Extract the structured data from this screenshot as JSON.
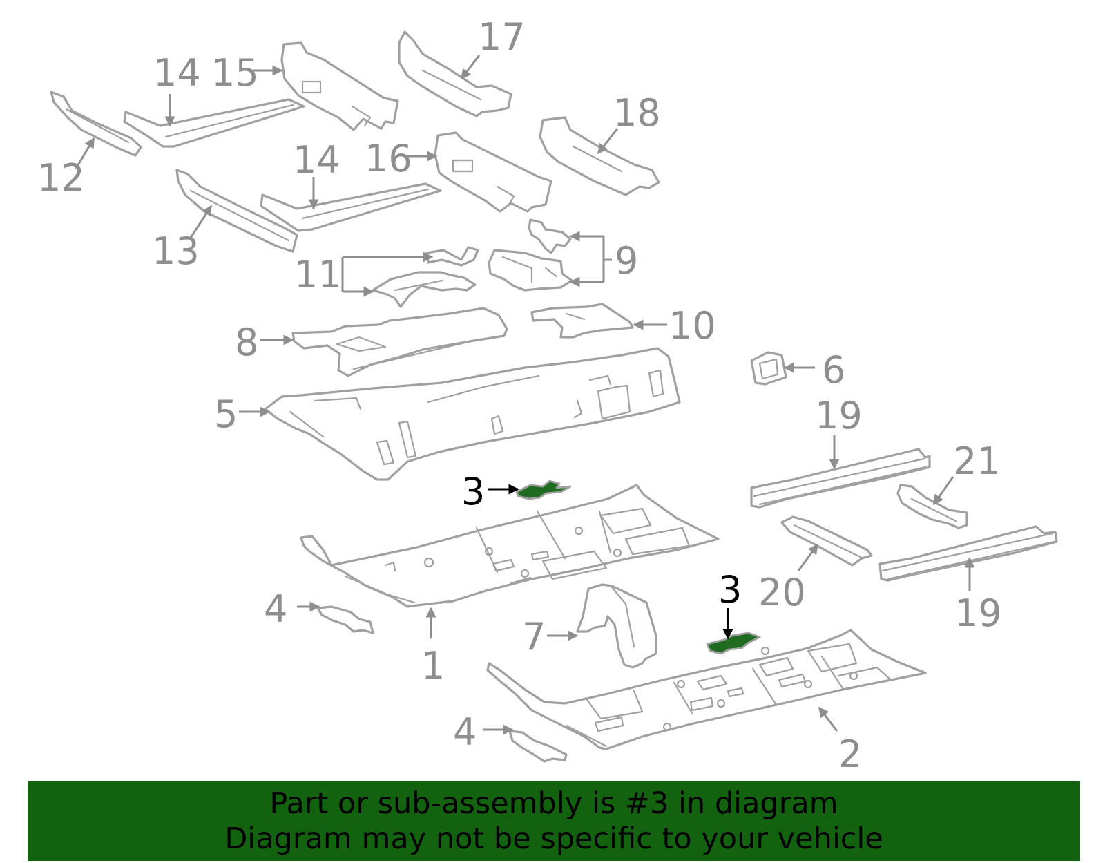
{
  "callouts": {
    "c1": "1",
    "c2": "2",
    "c3a": "3",
    "c3b": "3",
    "c4a": "4",
    "c4b": "4",
    "c5": "5",
    "c6": "6",
    "c7": "7",
    "c8": "8",
    "c9": "9",
    "c10": "10",
    "c11": "11",
    "c12": "12",
    "c13": "13",
    "c14a": "14",
    "c14b": "14",
    "c15": "15",
    "c16": "16",
    "c17": "17",
    "c18": "18",
    "c19a": "19",
    "c19b": "19",
    "c20": "20",
    "c21": "21"
  },
  "highlight_part": "3",
  "colors": {
    "part_stroke": "#a0a0a0",
    "label_gray": "#8e8e8e",
    "highlight_fill": "#1f6b1f",
    "highlight_label": "#000000",
    "banner_bg": "#12620f"
  },
  "banner": {
    "line1": "Part or sub-assembly is #3 in diagram",
    "line2": "Diagram may not be specific to your vehicle"
  }
}
